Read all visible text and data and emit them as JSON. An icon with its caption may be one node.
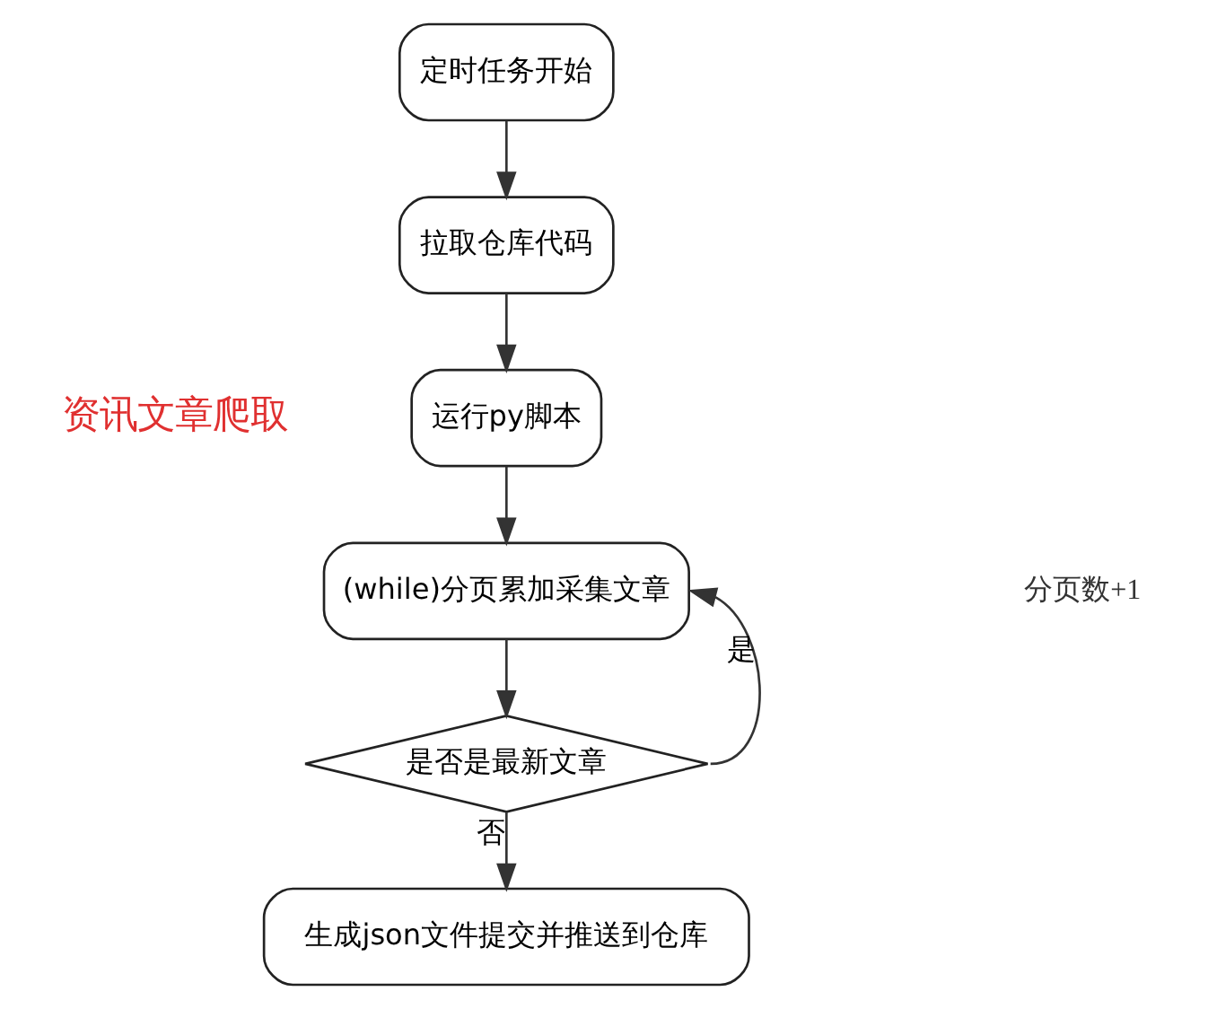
{
  "diagram": {
    "nodes": [
      {
        "text": [
          "定时任务开始"
        ]
      },
      {
        "text": [
          "拉取仓库代码"
        ]
      },
      {
        "text": [
          "运行py脚本"
        ]
      },
      {
        "text": [
          "(while)分页累加采集文章"
        ]
      },
      {
        "text": [
          "是否是最新文章"
        ]
      },
      {
        "text": [
          "生成json文件提交并推送到仓库"
        ]
      }
    ],
    "edges": [
      {
        "from": 0,
        "to": 1,
        "arrow": "to"
      },
      {
        "from": 1,
        "to": 2,
        "arrow": "to"
      },
      {
        "from": 2,
        "to": 3,
        "arrow": "to"
      },
      {
        "from": 3,
        "to": 4,
        "arrow": "to"
      },
      {
        "from": 4,
        "to": 3,
        "arrow": "to",
        "label": "是"
      },
      {
        "from": 4,
        "to": 5,
        "arrow": "to",
        "label": "否"
      }
    ],
    "labels": [
      "资讯文章爬取",
      "分页数+1"
    ]
  }
}
